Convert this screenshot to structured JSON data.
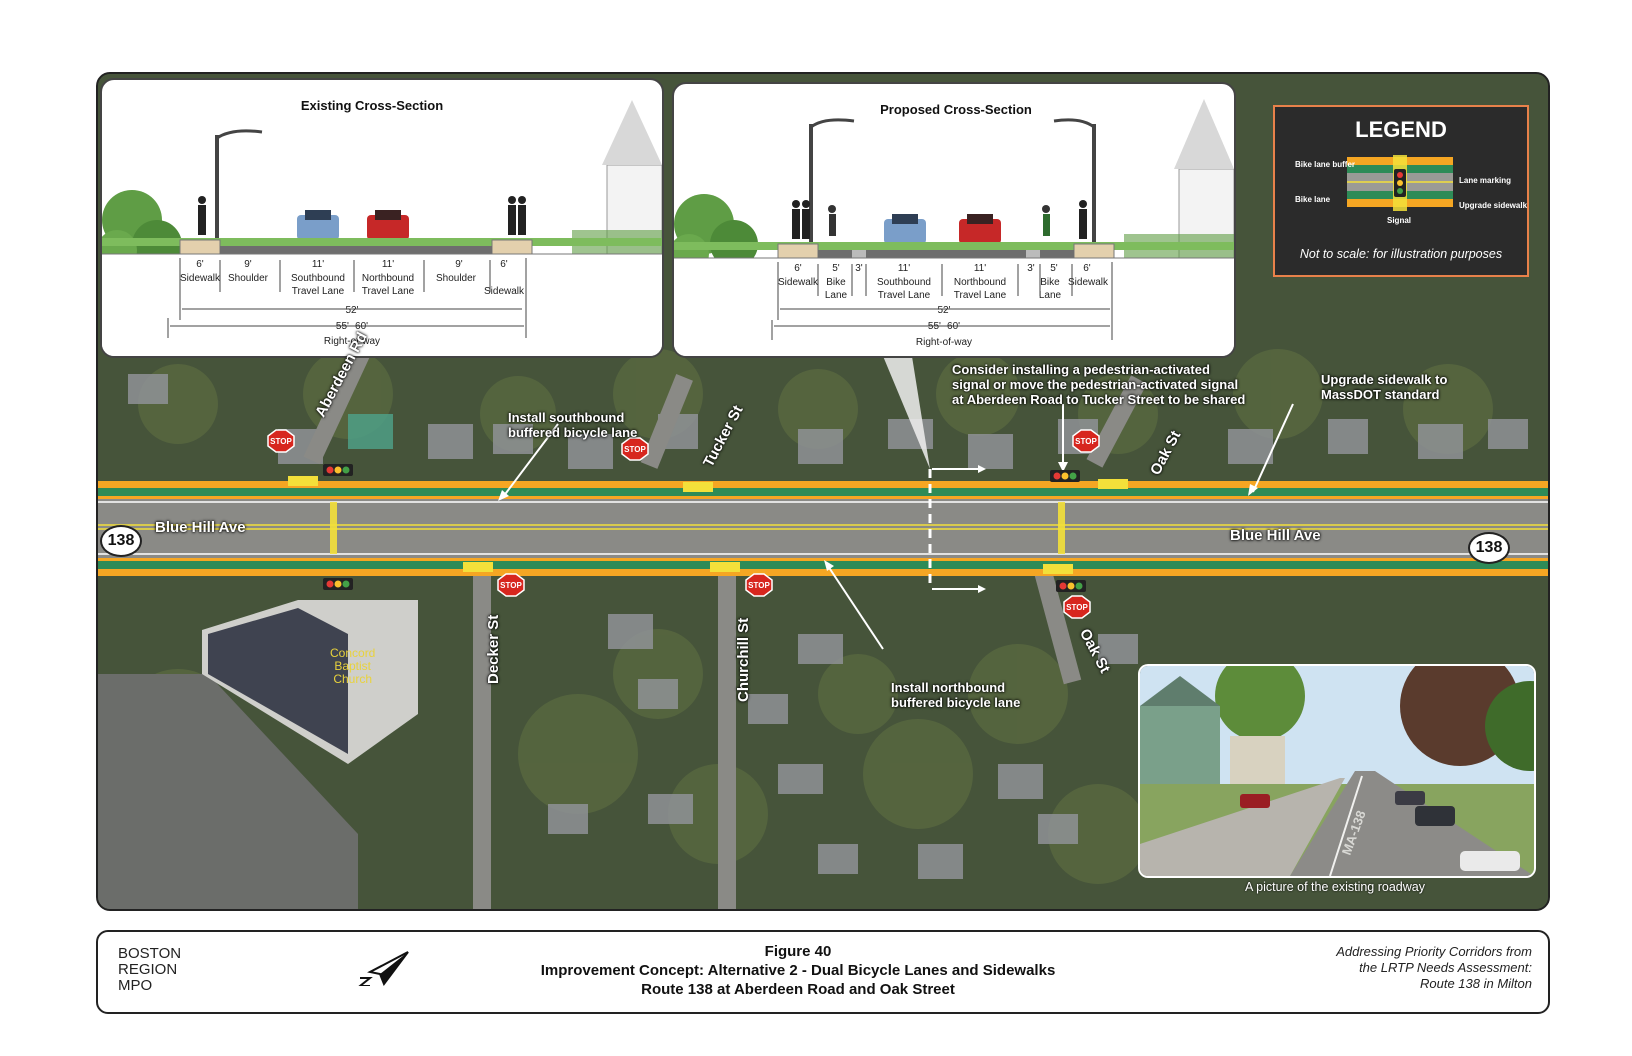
{
  "existing_section": {
    "title": "Existing Cross-Section",
    "widths": [
      "6'",
      "9'",
      "11'",
      "11'",
      "9'",
      "6'"
    ],
    "labels": [
      "Sidewalk",
      "Shoulder",
      "Southbound",
      "Travel Lane",
      "Northbound",
      "Travel Lane",
      "Shoulder",
      "Sidewalk"
    ],
    "total_curb": "52'",
    "total_row": "55'- 60'",
    "row_label": "Right-of-way"
  },
  "proposed_section": {
    "title": "Proposed Cross-Section",
    "widths": [
      "6'",
      "5'",
      "3'",
      "11'",
      "11'",
      "3'",
      "5'",
      "6'"
    ],
    "labels": [
      "Sidewalk",
      "Bike",
      "Lane",
      "Southbound",
      "Travel Lane",
      "Northbound",
      "Travel Lane",
      "Bike",
      "Lane",
      "Sidewalk"
    ],
    "total_curb": "52'",
    "total_row": "55'- 60'",
    "row_label": "Right-of-way"
  },
  "legend": {
    "title": "LEGEND",
    "items": [
      "Bike lane buffer",
      "Bike lane",
      "Lane marking",
      "Upgrade sidewalk",
      "Signal"
    ],
    "note": "Not to scale: for illustration purposes"
  },
  "callouts": {
    "southbound": [
      "Install southbound",
      "buffered bicycle lane"
    ],
    "signal": [
      "Consider installing a pedestrian-activated",
      "signal or move the pedestrian-activated signal",
      "at Aberdeen Road to Tucker Street to be shared"
    ],
    "sidewalk": [
      "Upgrade sidewalk to",
      "MassDOT standard"
    ],
    "northbound": [
      "Install northbound",
      "buffered bicycle lane"
    ]
  },
  "streets": {
    "blue_hill_left": "Blue Hill Ave",
    "blue_hill_right": "Blue Hill Ave",
    "aberdeen": "Aberdeen Rd",
    "tucker": "Tucker St",
    "oak_north": "Oak St",
    "decker": "Decker St",
    "churchill": "Churchill St",
    "oak_south": "Oak St",
    "route": "138"
  },
  "church": [
    "Concord",
    "Baptist",
    "Church"
  ],
  "stop_sign": "STOP",
  "photo": {
    "caption": "A picture of the existing roadway",
    "road_text": "MA-138"
  },
  "footer": {
    "org": [
      "BOSTON",
      "REGION",
      "MPO"
    ],
    "figure": "Figure 40",
    "title": "Improvement Concept: Alternative 2 - Dual Bicycle Lanes and Sidewalks",
    "subtitle": "Route 138 at Aberdeen Road and Oak Street",
    "series": [
      "Addressing Priority Corridors from",
      "the LRTP Needs Assessment:",
      "Route 138 in Milton"
    ]
  },
  "colors": {
    "bike_lane": "#2e8b57",
    "buffer": "#f5a623",
    "road": "#8a8a86",
    "crosswalk": "#f3e03a",
    "stop": "#d7261e"
  }
}
